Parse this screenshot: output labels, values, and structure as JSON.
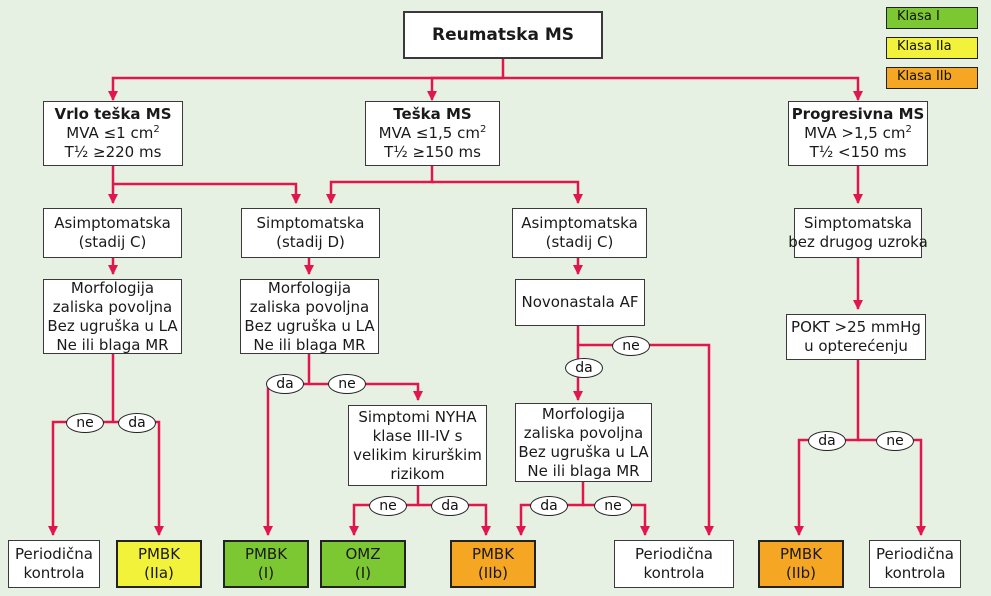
{
  "colors": {
    "background": "#e6f0e3",
    "connector": "#e0164d",
    "klasa_i": "#7cc832",
    "klasa_iia": "#f3f23a",
    "klasa_iib": "#f5a623"
  },
  "legend": {
    "klasa_i": "Klasa I",
    "klasa_iia": "Klasa IIa",
    "klasa_iib": "Klasa IIb"
  },
  "root": "Reumatska MS",
  "severity": {
    "very_severe": {
      "title": "Vrlo teška MS",
      "mva": "MVA ≤1 cm",
      "sup": "2",
      "t": "T½ ≥220 ms"
    },
    "severe": {
      "title": "Teška MS",
      "mva": "MVA ≤1,5 cm",
      "sup": "2",
      "t": "T½ ≥150 ms"
    },
    "progressive": {
      "title": "Progresivna MS",
      "mva": "MVA >1,5 cm",
      "sup": "2",
      "t": "T½ <150 ms"
    }
  },
  "stage": {
    "asym_c_1": [
      "Asimptomatska",
      "(stadij C)"
    ],
    "sym_d": [
      "Simptomatska",
      "(stadij D)"
    ],
    "asym_c_2": [
      "Asimptomatska",
      "(stadij C)"
    ],
    "sym_other": [
      "Simptomatska",
      "bez drugog uzroka"
    ]
  },
  "criteria": {
    "morph_1": [
      "Morfologija",
      "zaliska povoljna",
      "Bez ugruška u LA",
      "Ne ili blaga MR"
    ],
    "morph_2": [
      "Morfologija",
      "zaliska povoljna",
      "Bez ugruška u LA",
      "Ne ili blaga MR"
    ],
    "new_af": "Novonastala AF",
    "pokt": [
      "POKT >25 mmHg",
      "u opterećenju"
    ],
    "nyha": [
      "Simptomi NYHA",
      "klase III-IV s",
      "velikim kirurškim",
      "rizikom"
    ],
    "morph_3": [
      "Morfologija",
      "zaliska povoljna",
      "Bez ugruška u LA",
      "Ne ili blaga MR"
    ]
  },
  "answers": {
    "yes": "da",
    "no": "ne"
  },
  "outcomes": {
    "o1": [
      "Periodična",
      "kontrola"
    ],
    "o2": [
      "PMBK",
      "(IIa)"
    ],
    "o3": [
      "PMBK",
      "(I)"
    ],
    "o4": [
      "OMZ",
      "(I)"
    ],
    "o5": [
      "PMBK",
      "(IIb)"
    ],
    "o6": [
      "Periodična",
      "kontrola"
    ],
    "o7": [
      "PMBK",
      "(IIb)"
    ],
    "o8": [
      "Periodična",
      "kontrola"
    ]
  }
}
